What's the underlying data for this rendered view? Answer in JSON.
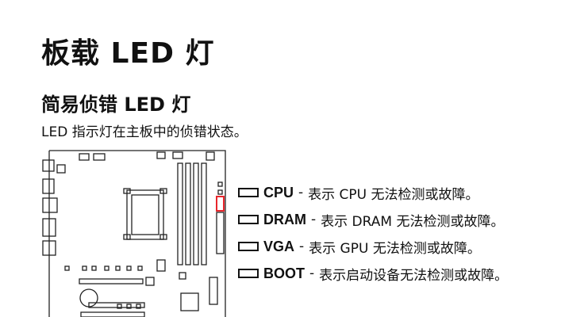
{
  "page": {
    "title": "板载 LED 灯",
    "subtitle": "简易侦错 LED 灯",
    "description": "LED 指示灯在主板中的侦错状态。"
  },
  "legend": [
    {
      "name": "CPU",
      "text": "表示 CPU 无法检测或故障。"
    },
    {
      "name": "DRAM",
      "text": "表示 DRAM 无法检测或故障。"
    },
    {
      "name": "VGA",
      "text": "表示 GPU 无法检测或故障。"
    },
    {
      "name": "BOOT",
      "text": "表示启动设备无法检测或故障。"
    }
  ],
  "colors": {
    "highlight": "#e8262c",
    "line": "#222222"
  }
}
